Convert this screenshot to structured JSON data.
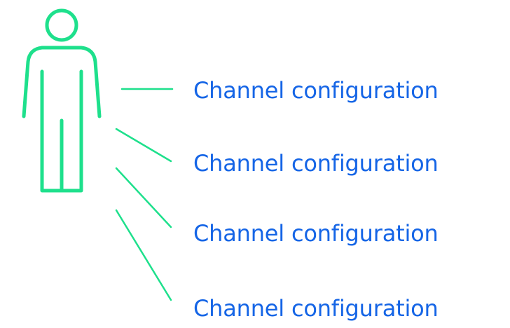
{
  "colors": {
    "figure_stroke": "#1ee08c",
    "label_text": "#1565e6"
  },
  "icons": {
    "person": "person-icon"
  },
  "labels": [
    "Channel configuration",
    "Channel configuration",
    "Channel configuration",
    "Channel configuration"
  ]
}
